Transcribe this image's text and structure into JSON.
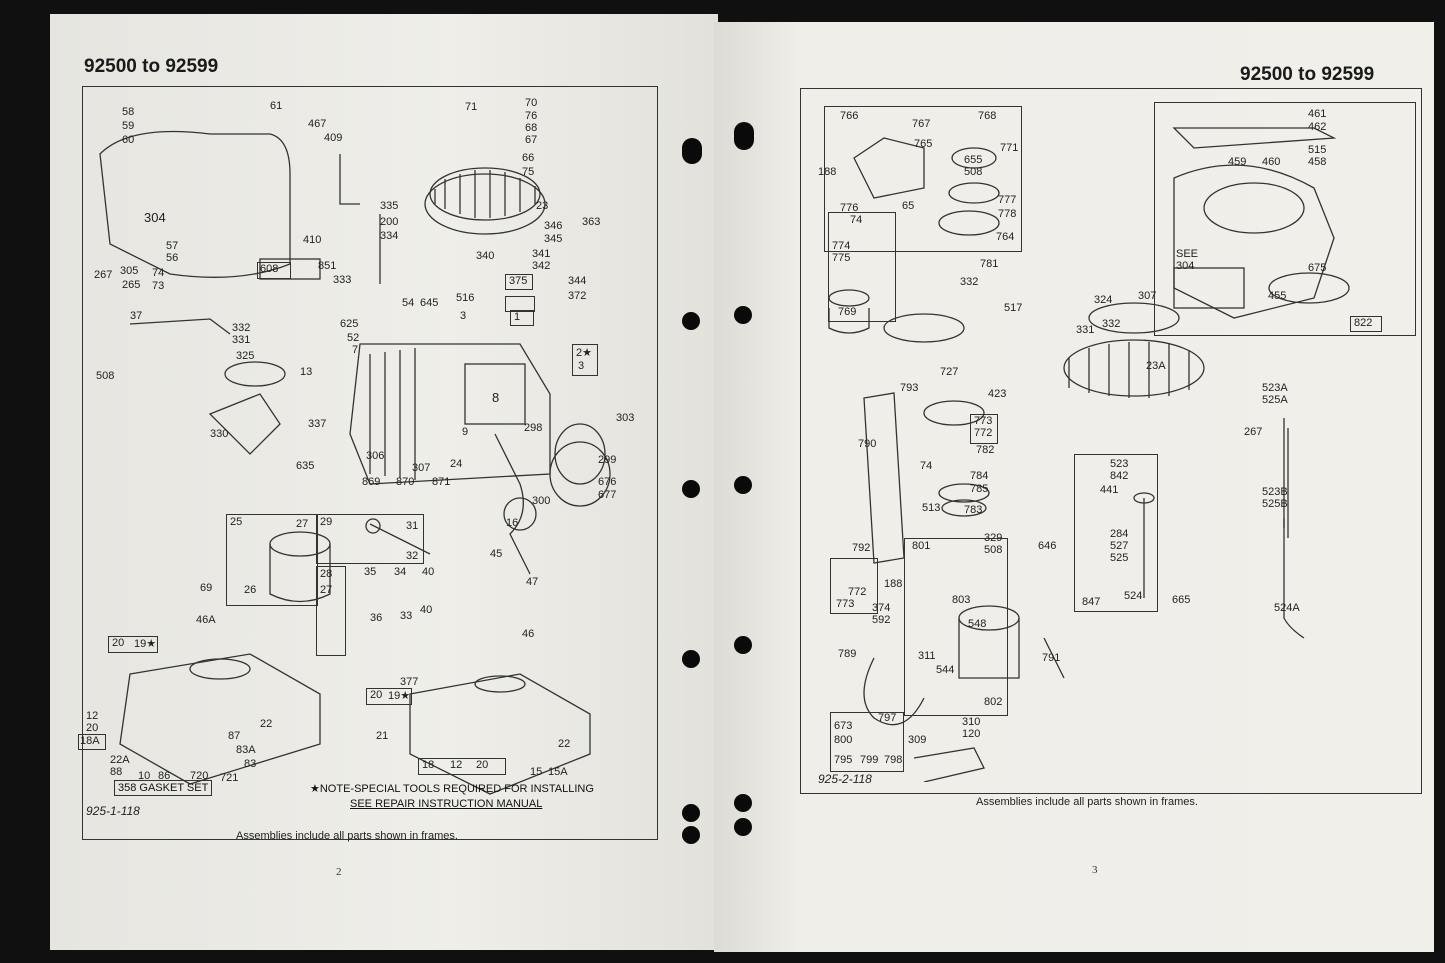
{
  "left_page": {
    "header": "92500 to 92599",
    "part_ref": "925-1-118",
    "gasket_set": "358 GASKET SET",
    "note_line1": "★NOTE-SPECIAL TOOLS REQUIRED FOR INSTALLING",
    "note_line2": "SEE REPAIR INSTRUCTION MANUAL",
    "footer": "Assemblies include all parts shown in frames.",
    "page_number": "2",
    "labels": [
      "58",
      "59",
      "60",
      "61",
      "467",
      "409",
      "304",
      "71",
      "70",
      "76",
      "68",
      "67",
      "66",
      "75",
      "335",
      "200",
      "334",
      "23",
      "363",
      "346",
      "345",
      "341",
      "342",
      "344",
      "372",
      "410",
      "57",
      "56",
      "74",
      "73",
      "267",
      "305",
      "265",
      "608",
      "851",
      "333",
      "340",
      "375",
      "516",
      "54",
      "645",
      "3",
      "1",
      "625",
      "52",
      "7",
      "37",
      "332",
      "331",
      "325",
      "508",
      "2★",
      "3",
      "13",
      "8",
      "298",
      "303",
      "337",
      "330",
      "306",
      "9",
      "24",
      "299",
      "635",
      "307",
      "869",
      "870",
      "871",
      "676",
      "677",
      "300",
      "16",
      "45",
      "25",
      "27",
      "29",
      "31",
      "32",
      "26",
      "28",
      "27",
      "35",
      "34",
      "40",
      "36",
      "33",
      "40",
      "69",
      "46A",
      "47",
      "46",
      "20",
      "19★",
      "377",
      "20",
      "19★",
      "12",
      "20",
      "18A",
      "22",
      "87",
      "83A",
      "83",
      "21",
      "22",
      "22A",
      "88",
      "10",
      "86",
      "720",
      "721",
      "18",
      "12",
      "20",
      "15",
      "15A"
    ]
  },
  "right_page": {
    "header": "92500 to 92599",
    "part_ref": "925-2-118",
    "footer": "Assemblies include all parts shown in frames.",
    "page_number": "3",
    "labels": [
      "766",
      "767",
      "768",
      "765",
      "771",
      "655",
      "508",
      "188",
      "777",
      "778",
      "776",
      "74",
      "65",
      "764",
      "461",
      "462",
      "515",
      "458",
      "459",
      "460",
      "774",
      "775",
      "781",
      "332",
      "517",
      "769",
      "324",
      "307",
      "331",
      "332",
      "SEE",
      "304",
      "675",
      "455",
      "822",
      "23A",
      "727",
      "793",
      "423",
      "773",
      "772",
      "790",
      "782",
      "74",
      "784",
      "785",
      "513",
      "783",
      "523A",
      "525A",
      "267",
      "523",
      "842",
      "441",
      "284",
      "527",
      "525",
      "523B",
      "525B",
      "792",
      "801",
      "329",
      "508",
      "646",
      "772",
      "773",
      "188",
      "374",
      "592",
      "803",
      "548",
      "311",
      "544",
      "802",
      "789",
      "791",
      "847",
      "524",
      "665",
      "524A",
      "673",
      "800",
      "797",
      "795",
      "799",
      "798",
      "309",
      "310",
      "120"
    ]
  },
  "icons": [
    "punch-hole",
    "engine-part-drawing"
  ]
}
